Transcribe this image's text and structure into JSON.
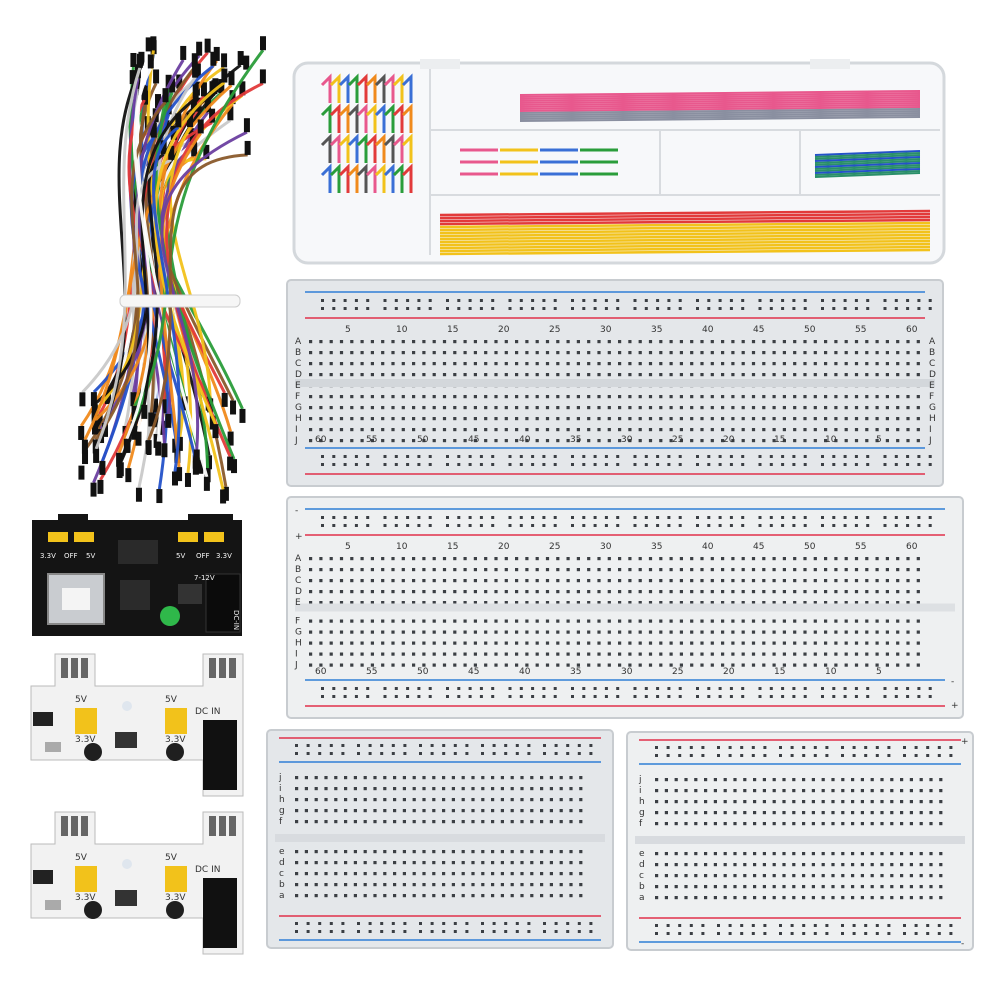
{
  "colors": {
    "background": "#ffffff",
    "board_body": "#eef0f1",
    "board_clear": "#e4e7ea",
    "rail_red": "#e0314a",
    "rail_blue": "#2f7fd6",
    "hole": "#3b3f44",
    "module_black": "#141414",
    "module_white": "#f2f2f2",
    "jumper_yellow": "#f2c21b"
  },
  "jumper_wires": {
    "colors": [
      "#e23a3a",
      "#f08a1c",
      "#f2c21b",
      "#2a9d3a",
      "#2452c9",
      "#6b3fa0",
      "#111111",
      "#ffffff",
      "#c9c9c9",
      "#8a5a2b"
    ]
  },
  "wire_box": {
    "icon": "jumper-wire-box"
  },
  "breadboard_large_clear": {
    "col_labels_top": [
      "5",
      "10",
      "15",
      "20",
      "25",
      "30",
      "35",
      "40",
      "45",
      "50",
      "55",
      "60"
    ],
    "col_labels_bottom": [
      "60",
      "55",
      "50",
      "45",
      "40",
      "35",
      "30",
      "25",
      "20",
      "15",
      "10",
      "5"
    ],
    "row_labels_left_top": [
      "A",
      "B",
      "C",
      "D",
      "E"
    ],
    "row_labels_left_bottom": [
      "F",
      "G",
      "H",
      "I",
      "J"
    ],
    "row_labels_right_top": [
      "A",
      "B",
      "C",
      "D",
      "E"
    ],
    "row_labels_right_bottom": [
      "F",
      "G",
      "H",
      "I",
      "J"
    ]
  },
  "breadboard_large_white": {
    "col_labels_top": [
      "5",
      "10",
      "15",
      "20",
      "25",
      "30",
      "35",
      "40",
      "45",
      "50",
      "55",
      "60"
    ],
    "col_labels_bottom": [
      "60",
      "55",
      "50",
      "45",
      "40",
      "35",
      "30",
      "25",
      "20",
      "15",
      "10",
      "5"
    ],
    "row_labels_top": [
      "A",
      "B",
      "C",
      "D",
      "E"
    ],
    "row_labels_bottom": [
      "F",
      "G",
      "H",
      "I",
      "J"
    ],
    "rail_plus": "+",
    "rail_minus": "-"
  },
  "breadboard_half_clear": {
    "row_labels_top": [
      "j",
      "i",
      "h",
      "g",
      "f"
    ],
    "row_labels_bottom": [
      "e",
      "d",
      "c",
      "b",
      "a"
    ]
  },
  "breadboard_half_white": {
    "row_labels_top": [
      "j",
      "i",
      "h",
      "g",
      "f"
    ],
    "row_labels_bottom": [
      "e",
      "d",
      "c",
      "b",
      "a"
    ],
    "rail_plus": "+",
    "rail_minus": "-"
  },
  "power_module_black": {
    "labels": [
      "3.3V",
      "OFF",
      "5V",
      "5V",
      "OFF",
      "3.3V",
      "7-12V",
      "DC-IN"
    ]
  },
  "power_module_white_1": {
    "labels": [
      "5V",
      "3.3V",
      "5V",
      "3.3V",
      "DC IN"
    ]
  },
  "power_module_white_2": {
    "labels": [
      "5V",
      "3.3V",
      "5V",
      "3.3V",
      "DC IN"
    ]
  }
}
